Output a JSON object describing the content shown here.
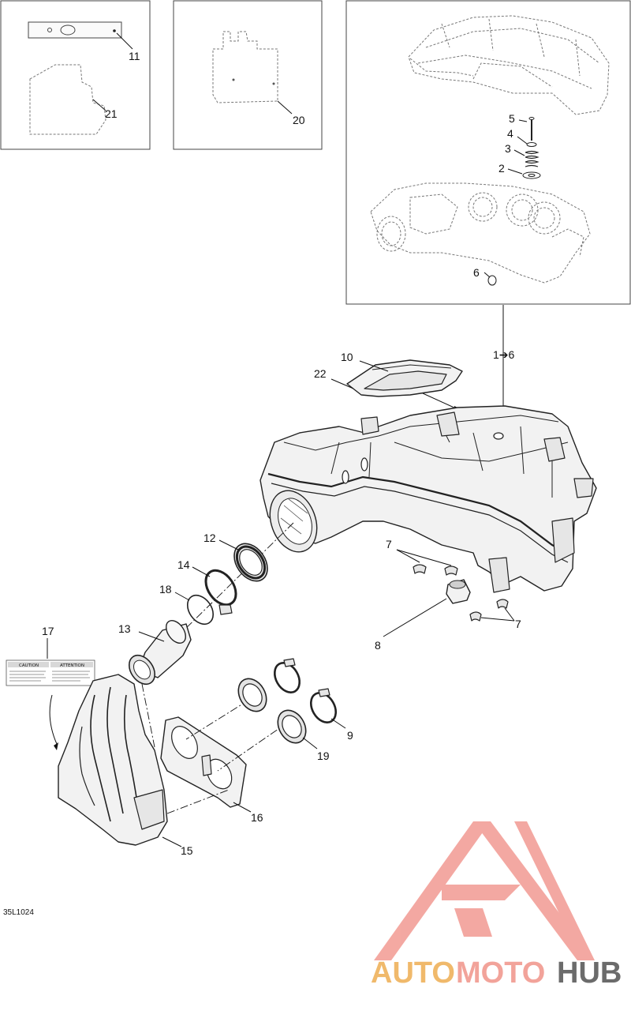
{
  "callouts": {
    "c1_6": "1➔6",
    "c2": "2",
    "c3": "3",
    "c4": "4",
    "c5": "5",
    "c6": "6",
    "c7a": "7",
    "c7b": "7",
    "c8": "8",
    "c9": "9",
    "c10": "10",
    "c11": "11",
    "c12": "12",
    "c13": "13",
    "c14": "14",
    "c15": "15",
    "c16": "16",
    "c17": "17",
    "c18": "18",
    "c19": "19",
    "c20": "20",
    "c21": "21",
    "c22": "22"
  },
  "diagram_code": "35L1024",
  "warning_label": {
    "left_heading": "CAUTION",
    "right_heading": "ATTENTION"
  },
  "watermark": {
    "part1": "AUTO",
    "part2": "MOTO",
    "part3": "HUB",
    "color_main": "#f0b96b",
    "color_mid": "#f2a39a",
    "color_end": "#6b6b6b",
    "logo_color": "#f29a92"
  }
}
